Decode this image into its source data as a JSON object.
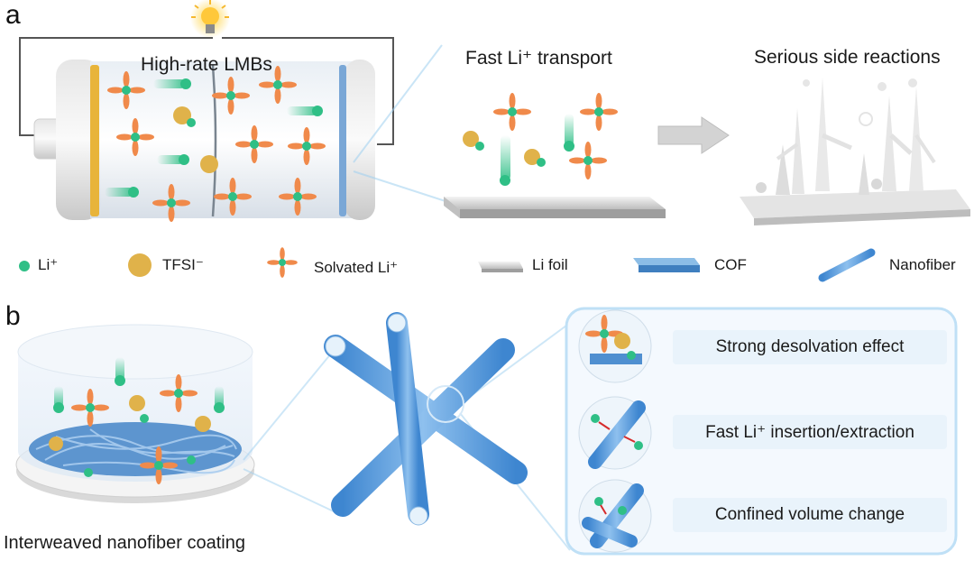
{
  "panel_a": {
    "letter": "a",
    "battery_label": "High-rate LMBs",
    "transport_label": "Fast Li⁺ transport",
    "side_reactions_label": "Serious side reactions"
  },
  "legend": {
    "li": "Li⁺",
    "tfsi": "TFSI⁻",
    "solvated": "Solvated Li⁺",
    "li_foil": "Li foil",
    "cof": "COF",
    "nanofiber": "Nanofiber"
  },
  "panel_b": {
    "letter": "b",
    "coating_label": "Interweaved nanofiber coating",
    "features": [
      "Strong desolvation effect",
      "Fast Li⁺ insertion/extraction",
      "Confined volume change"
    ]
  },
  "colors": {
    "li_ion": "#2fbf86",
    "tfsi": "#e0b24a",
    "solvent": "#f08a4b",
    "cof": "#5b9bd5",
    "nanofiber": "#4a90d9",
    "feature_bg": "#e9f3fb"
  }
}
